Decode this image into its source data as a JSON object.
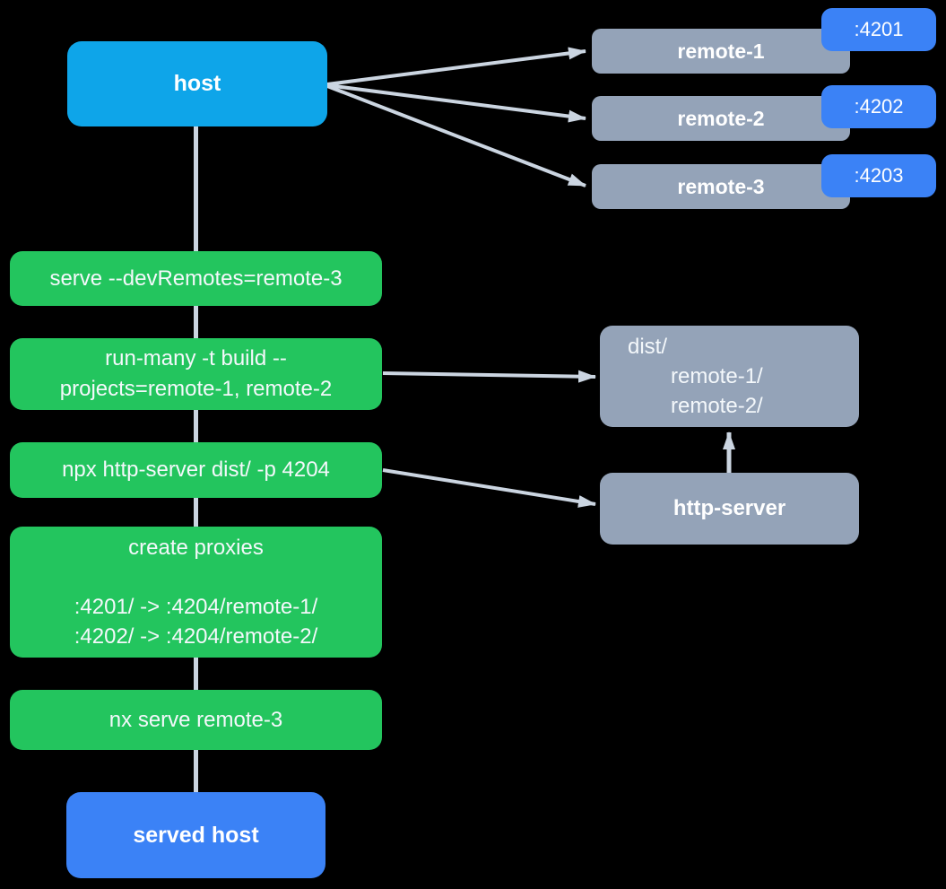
{
  "diagram": {
    "title_hint": "module federation host/remotes serve flow",
    "host": {
      "label": "host"
    },
    "remotes": [
      {
        "label": "remote-1",
        "port": ":4201"
      },
      {
        "label": "remote-2",
        "port": ":4202"
      },
      {
        "label": "remote-3",
        "port": ":4203"
      }
    ],
    "commands": [
      {
        "id": "serve",
        "lines": [
          "serve --devRemotes=remote-3"
        ]
      },
      {
        "id": "run-many",
        "lines": [
          "run-many -t build --",
          "projects=remote-1, remote-2"
        ]
      },
      {
        "id": "http-server-cmd",
        "lines": [
          "npx http-server dist/ -p 4204"
        ]
      },
      {
        "id": "create-proxies",
        "lines": [
          "create proxies",
          "",
          ":4201/ -> :4204/remote-1/",
          ":4202/ -> :4204/remote-2/"
        ]
      },
      {
        "id": "nx-serve",
        "lines": [
          "nx serve remote-3"
        ]
      }
    ],
    "dist": {
      "lines": [
        "dist/",
        "remote-1/",
        "remote-2/"
      ]
    },
    "http_server": {
      "label": "http-server"
    },
    "served_host": {
      "label": "served host"
    }
  },
  "colors": {
    "host_blue": "#0ea5e9",
    "accent_blue": "#3b82f6",
    "green": "#23c55e",
    "gray": "#94a3b8",
    "line": "#cbd5e1",
    "background": "#000000"
  }
}
